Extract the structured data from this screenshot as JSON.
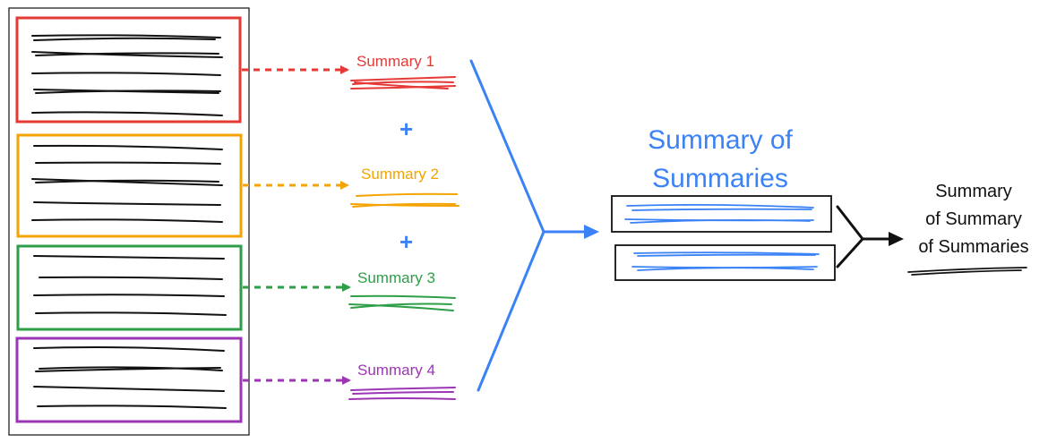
{
  "colors": {
    "summary_1": "#e53935",
    "summary_2": "#f5a300",
    "summary_3": "#2e9e48",
    "summary_4": "#9c35b5",
    "merge": "#3b82f6",
    "ink": "#111111"
  },
  "summaries": [
    {
      "label": "Summary 1"
    },
    {
      "label": "Summary 2"
    },
    {
      "label": "Summary 3"
    },
    {
      "label": "Summary 4"
    }
  ],
  "plus_sign": "+",
  "summary_of_summaries": {
    "line1": "Summary of",
    "line2": "Summaries"
  },
  "final": {
    "line1": "Summary",
    "line2": "of Summary",
    "line3": "of Summaries"
  }
}
